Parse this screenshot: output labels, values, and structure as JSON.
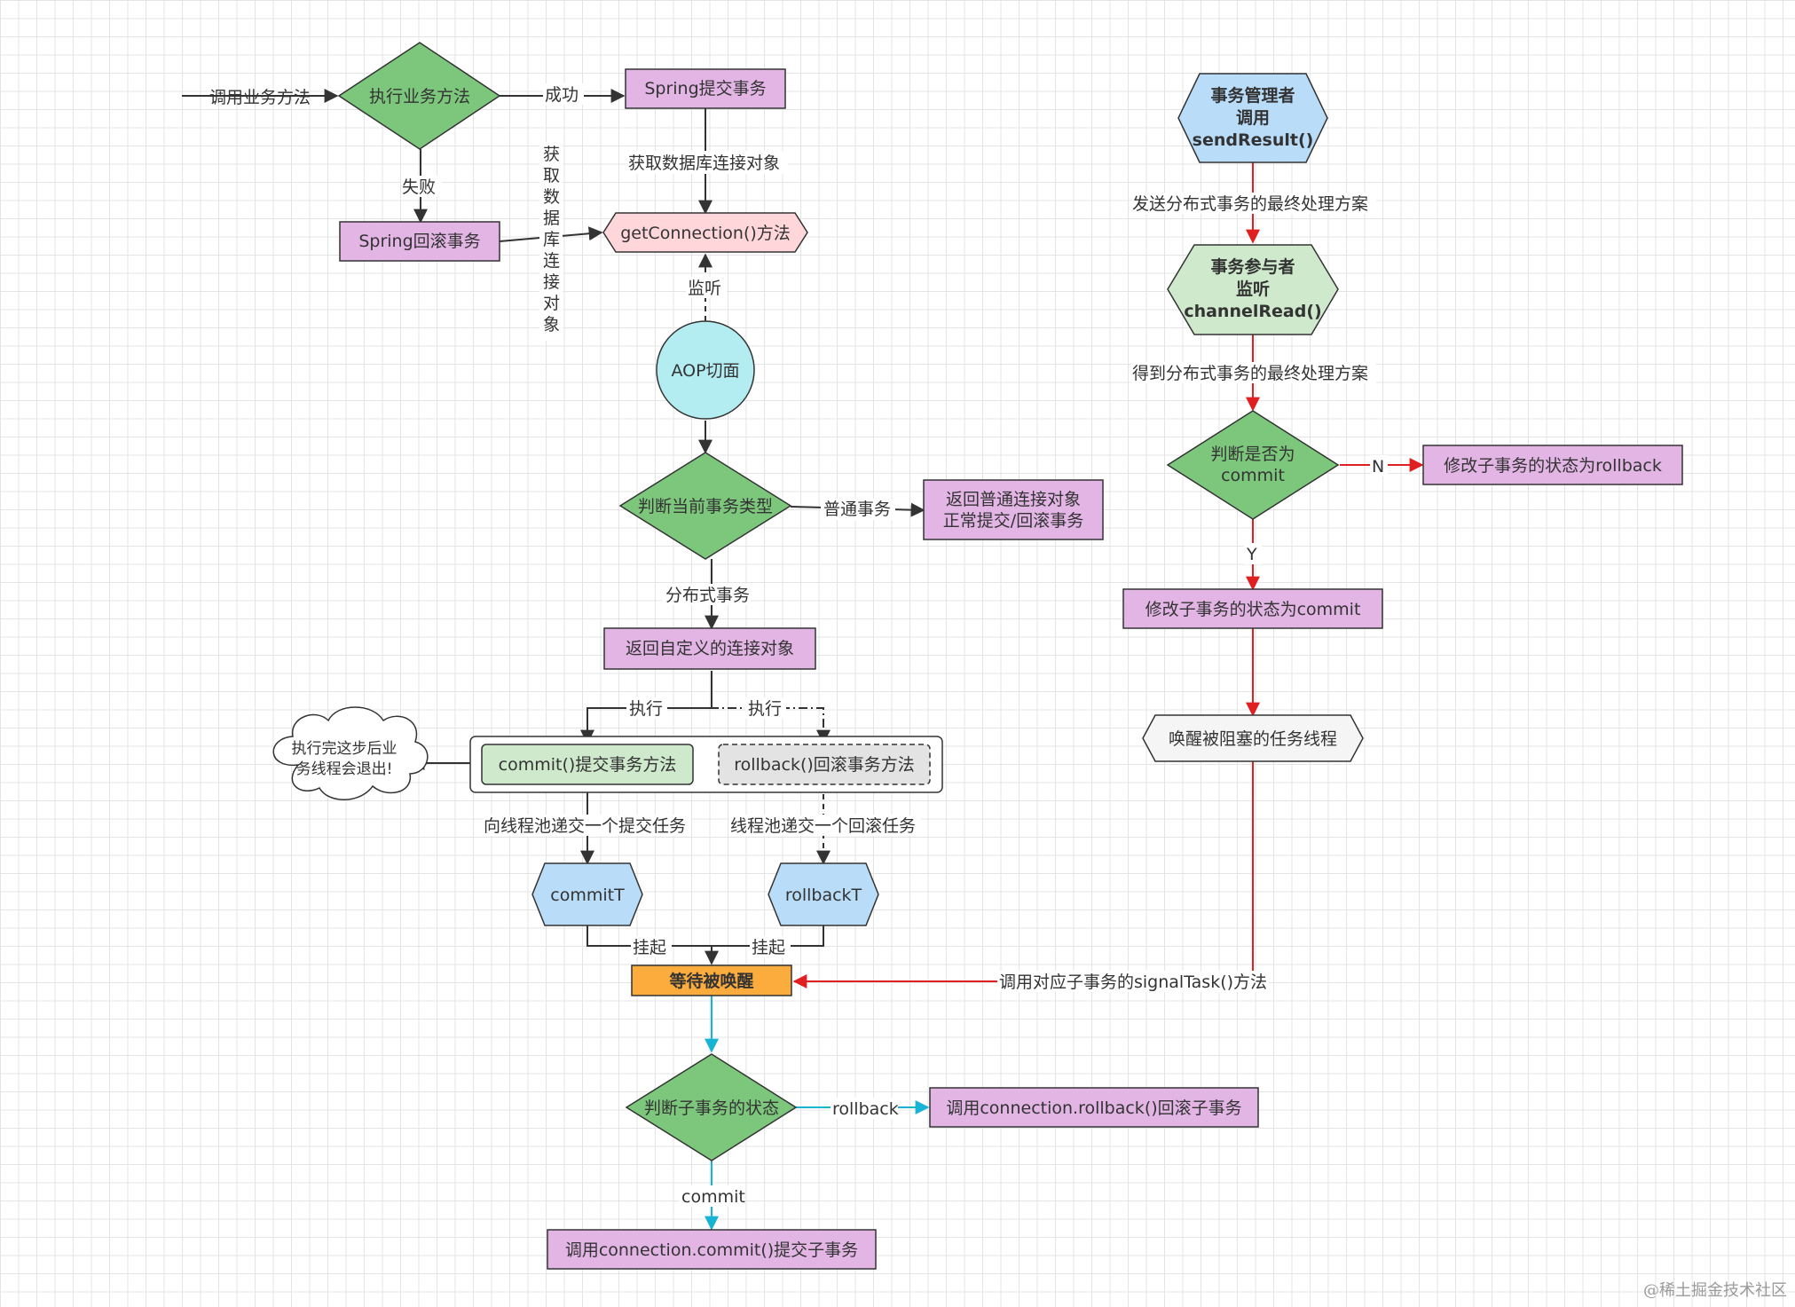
{
  "nodes": {
    "exec_business": "执行业务方法",
    "spring_commit": "Spring提交事务",
    "spring_rollback": "Spring回滚事务",
    "get_connection": "getConnection()方法",
    "aop": "AOP切面",
    "judge_tx_type": "判断当前事务类型",
    "return_normal_line1": "返回普通连接对象",
    "return_normal_line2": "正常提交/回滚事务",
    "return_custom": "返回自定义的连接对象",
    "commit_method": "commit()提交事务方法",
    "rollback_method": "rollback()回滚事务方法",
    "cloud_line1": "执行完这步后业",
    "cloud_line2": "务线程会退出!",
    "commitT": "commitT",
    "rollbackT": "rollbackT",
    "wait_wake": "等待被唤醒",
    "judge_sub_state": "判断子事务的状态",
    "conn_rollback": "调用connection.rollback()回滚子事务",
    "conn_commit": "调用connection.commit()提交子事务",
    "tx_manager_line1": "事务管理者",
    "tx_manager_line2": "调用",
    "tx_manager_line3": "sendResult()",
    "tx_participant_line1": "事务参与者",
    "tx_participant_line2": "监听",
    "tx_participant_line3": "channelRead()",
    "judge_commit_line1": "判断是否为",
    "judge_commit_line2": "commit",
    "set_rollback": "修改子事务的状态为rollback",
    "set_commit": "修改子事务的状态为commit",
    "wake_thread": "唤醒被阻塞的任务线程"
  },
  "labels": {
    "call_business": "调用业务方法",
    "success": "成功",
    "fail": "失败",
    "get_db_conn": "获取数据库连接对象",
    "get_db_conn_vertical": [
      "获",
      "取",
      "数",
      "据",
      "库",
      "连",
      "接",
      "对",
      "象"
    ],
    "listen": "监听",
    "normal_tx": "普通事务",
    "distributed_tx": "分布式事务",
    "execute_left": "执行",
    "execute_right": "执行",
    "submit_commit_task": "向线程池递交一个提交任务",
    "submit_rollback_task": "线程池递交一个回滚任务",
    "suspend_left": "挂起",
    "suspend_right": "挂起",
    "rollback": "rollback",
    "commit": "commit",
    "send_result": "发送分布式事务的最终处理方案",
    "get_result": "得到分布式事务的最终处理方案",
    "n": "N",
    "y": "Y",
    "signal_task": "调用对应子事务的signalTask()方法"
  },
  "watermark": "@稀土掘金技术社区",
  "colors": {
    "diamond_fill": "#7dc77d",
    "purple_fill": "#e2b5e5",
    "pink_fill": "#ffd6d9",
    "cyan_fill": "#b3ecf1",
    "blue_fill": "#b9dcf8",
    "orange_fill": "#fbac3d",
    "light_green_fill": "#cfe9cc",
    "gray_fill": "#e3e3e3",
    "edge_dark": "#333333",
    "edge_red": "#e02020",
    "edge_cyan": "#18b4d6"
  }
}
